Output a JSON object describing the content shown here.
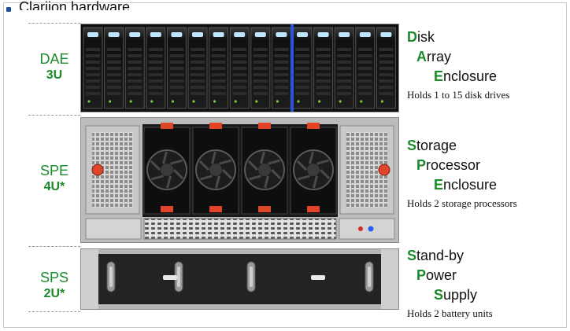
{
  "slide": {
    "partial_title": "Clariion hardware"
  },
  "rows": [
    {
      "abbr": "DAE",
      "size": "3U",
      "words": [
        {
          "initial": "D",
          "rest": "isk"
        },
        {
          "initial": "A",
          "rest": "rray"
        },
        {
          "initial": "E",
          "rest": "nclosure"
        }
      ],
      "note": "Holds 1 to 15 disk drives"
    },
    {
      "abbr": "SPE",
      "size": "4U*",
      "words": [
        {
          "initial": "S",
          "rest": "torage"
        },
        {
          "initial": "P",
          "rest": "rocessor"
        },
        {
          "initial": "E",
          "rest": "nclosure"
        }
      ],
      "note": "Holds 2 storage processors"
    },
    {
      "abbr": "SPS",
      "size": "2U*",
      "words": [
        {
          "initial": "S",
          "rest": "tand-by"
        },
        {
          "initial": "P",
          "rest": "ower"
        },
        {
          "initial": "S",
          "rest": "upply"
        }
      ],
      "note": "Holds 2 battery units"
    }
  ],
  "colors": {
    "accent_green": "#1a8a2a",
    "drive_led": "#bfe6ff",
    "blue_led": "#2a5cff",
    "latch_red": "#e0452a"
  },
  "photos": [
    "disk-array-enclosure-photo",
    "storage-processor-enclosure-photo",
    "standby-power-supply-photo"
  ]
}
